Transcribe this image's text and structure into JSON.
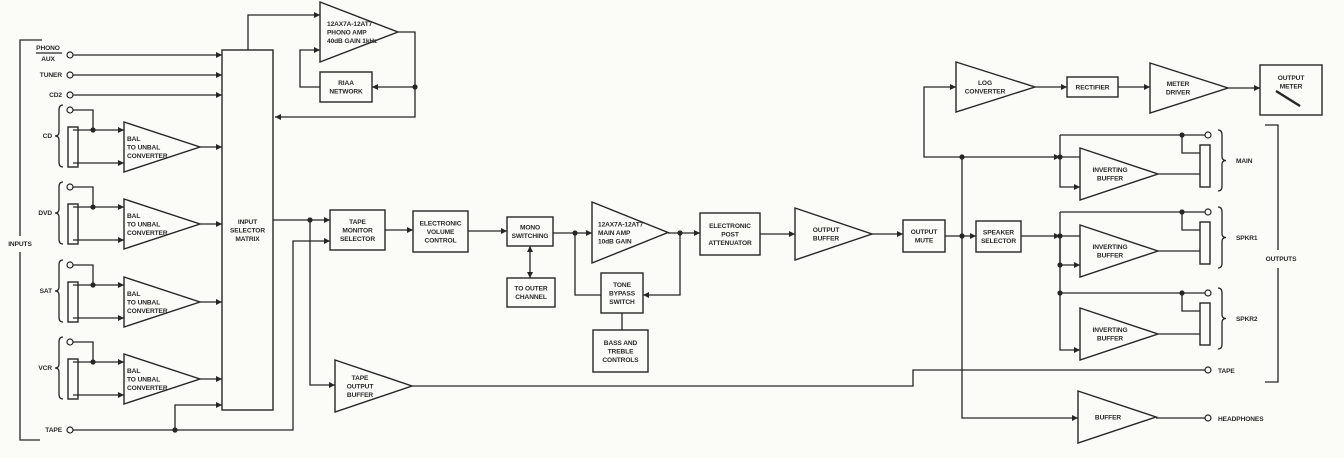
{
  "title": "Preamplifier signal-flow block diagram",
  "inputs": {
    "group_label": "INPUTS",
    "phono": "PHONO",
    "aux": "AUX",
    "tuner": "TUNER",
    "cd2": "CD2",
    "cd": "CD",
    "dvd": "DVD",
    "sat": "SAT",
    "vcr": "VCR",
    "tape": "TAPE"
  },
  "blocks": {
    "bal_converter": [
      "BAL",
      "TO UNBAL",
      "CONVERTER"
    ],
    "input_selector": [
      "INPUT",
      "SELECTOR",
      "MATRIX"
    ],
    "phono_amp": [
      "12AX7A-12AT7",
      "PHONO AMP",
      "40dB GAIN 1kHz"
    ],
    "riaa": [
      "RIAA",
      "NETWORK"
    ],
    "tape_monitor": [
      "TAPE",
      "MONITOR",
      "SELECTOR"
    ],
    "volume": [
      "ELECTRONIC",
      "VOLUME",
      "CONTROL"
    ],
    "mono": [
      "MONO",
      "SWITCHING"
    ],
    "to_outer": [
      "TO OUTER",
      "CHANNEL"
    ],
    "main_amp": [
      "12AX7A-12AT7",
      "MAIN AMP",
      "10dB GAIN"
    ],
    "tone_bypass": [
      "TONE",
      "BYPASS",
      "SWITCH"
    ],
    "bass_treble": [
      "BASS AND",
      "TREBLE",
      "CONTROLS"
    ],
    "post_attenuator": [
      "ELECTRONIC",
      "POST",
      "ATTENUATOR"
    ],
    "output_buffer": [
      "OUTPUT",
      "BUFFER"
    ],
    "output_mute": [
      "OUTPUT",
      "MUTE"
    ],
    "speaker_selector": [
      "SPEAKER",
      "SELECTOR"
    ],
    "log_converter": [
      "LOG",
      "CONVERTER"
    ],
    "rectifier": [
      "RECTIFIER"
    ],
    "meter_driver": [
      "METER",
      "DRIVER"
    ],
    "output_meter": [
      "OUTPUT",
      "METER"
    ],
    "inverting_buffer": [
      "INVERTING",
      "BUFFER"
    ],
    "tape_output_buffer": [
      "TAPE",
      "OUTPUT",
      "BUFFER"
    ],
    "buffer": [
      "BUFFER"
    ]
  },
  "outputs": {
    "group_label": "OUTPUTS",
    "main": "MAIN",
    "spkr1": "SPKR1",
    "spkr2": "SPKR2",
    "tape": "TAPE",
    "headphones": "HEADPHONES"
  },
  "colors": {
    "line": "#262626",
    "background": "#fbfbf8"
  }
}
